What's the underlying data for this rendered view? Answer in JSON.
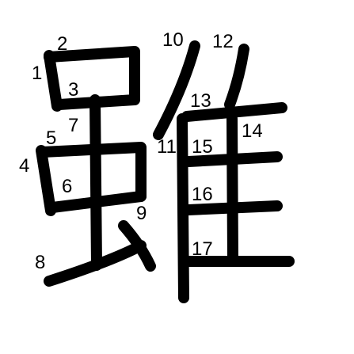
{
  "diagram": {
    "character": "雖",
    "ink_color": "#000000",
    "background_color": "#ffffff",
    "stroke_count": 17,
    "stroke_numbers": [
      "1",
      "2",
      "3",
      "4",
      "5",
      "6",
      "7",
      "8",
      "9",
      "10",
      "11",
      "12",
      "13",
      "14",
      "15",
      "16",
      "17"
    ]
  }
}
